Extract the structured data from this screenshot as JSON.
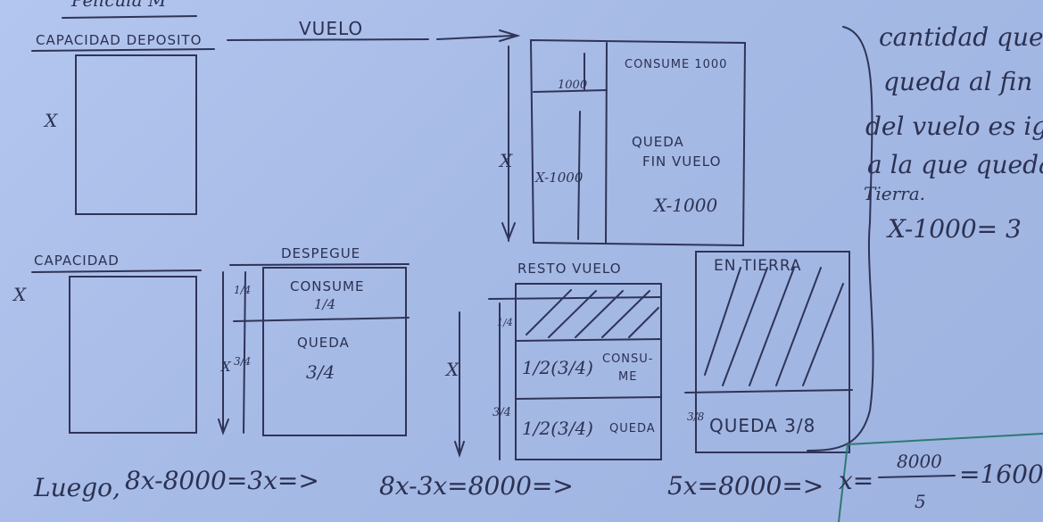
{
  "top": {
    "partial_title": "Pelicula M",
    "label_capacidad_deposito": "CAPACIDAD DEPOSITO",
    "label_vuelo": "VUELO",
    "var_x": "X"
  },
  "vuelo_box": {
    "upper_amount": "1000",
    "consume_label": "CONSUME 1000",
    "queda_label_1": "QUEDA",
    "queda_label_2": "FIN VUELO",
    "queda_value": "X-1000",
    "side_x": "X",
    "side_expr": "X-1000"
  },
  "right_note": {
    "line1": "cantidad que",
    "line2": "queda al fin",
    "line3": "del vuelo es igu",
    "line4": "a la que queda",
    "line5": "Tierra.",
    "equation": "X-1000= 3"
  },
  "despegue": {
    "label_capacidad": "CAPACIDAD",
    "label_despegue": "DESPEGUE",
    "var_x_left": "X",
    "frac_top": "1/4",
    "consume_label": "CONSUME",
    "consume_value": "1/4",
    "frac_bottom": "3/4",
    "queda_label": "QUEDA",
    "queda_value": "3/4",
    "side_x": "X"
  },
  "resto": {
    "label": "RESTO VUELO",
    "frac_top": "1/4",
    "frac_bottom": "3/4",
    "side_x": "X",
    "consume_expr": "1/2(3/4)",
    "consume_word_1": "CONSU-",
    "consume_word_2": "ME",
    "queda_expr": "1/2(3/4)",
    "queda_word": "QUEDA"
  },
  "tierra": {
    "label": "EN TIERRA",
    "queda_label": "QUEDA 3/8",
    "side_frac": "3/8"
  },
  "bottom": {
    "luego": "Luego,",
    "eq1": "8x-8000=3x=>",
    "eq2": "8x-3x=8000=>",
    "eq3": "5x=8000=>",
    "eq4_x": "x=",
    "eq4_num": "8000",
    "eq4_den": "5",
    "eq4_result": "=1600"
  }
}
